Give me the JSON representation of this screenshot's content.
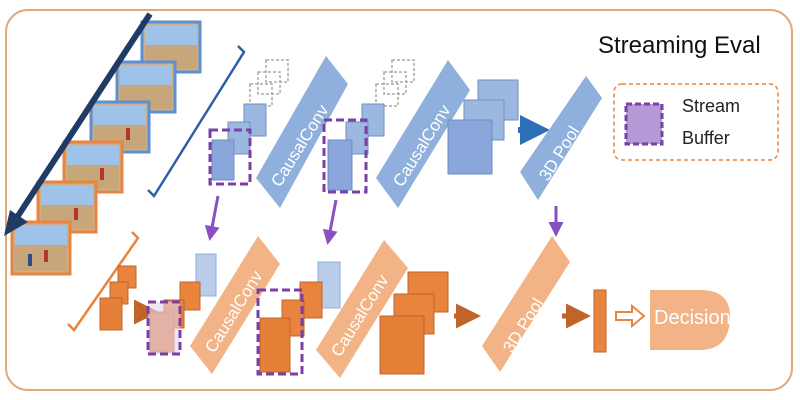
{
  "title": "Streaming Eval",
  "legend": {
    "line1": "Stream",
    "line2": "Buffer"
  },
  "blocks": {
    "causal_conv_1": "CausalConv",
    "causal_conv_2": "CausalConv",
    "pool_3d": "3D Pool",
    "causal_conv_3": "CausalConv",
    "causal_conv_4": "CausalConv",
    "pool_3d_bottom": "3D Pool",
    "decision": "Decision"
  },
  "colors": {
    "blue_fill": "#8fb0dc",
    "blue_light": "#b9cdeb",
    "orange_fill": "#e9843f",
    "orange_light": "#f2b486",
    "purple_dash": "#7a3fa8",
    "arrow_dark": "#1f3b66",
    "border": "#e0a878"
  }
}
